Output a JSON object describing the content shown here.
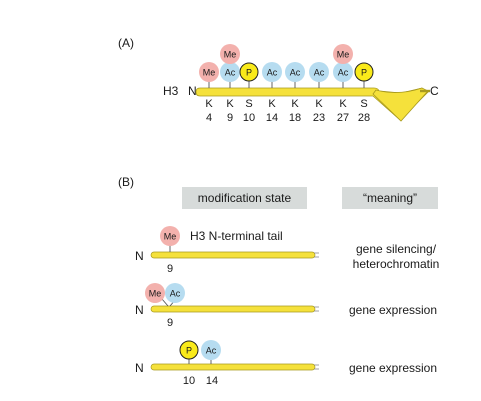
{
  "colors": {
    "me": "#f3b1ad",
    "ac": "#b6dcf0",
    "p": "#f9ea1a",
    "tail": "#f5e13b",
    "tail_edge": "#a89a1e",
    "header_bg": "#d7dbda"
  },
  "panel_a": {
    "label": "(A)",
    "histone": "H3",
    "n_terminus": "N",
    "c_terminus": "C",
    "residues": [
      {
        "aa": "K",
        "pos": "4",
        "marks": [
          "Me"
        ]
      },
      {
        "aa": "K",
        "pos": "9",
        "marks": [
          "Ac",
          "Me"
        ]
      },
      {
        "aa": "S",
        "pos": "10",
        "marks": [
          "P"
        ]
      },
      {
        "aa": "K",
        "pos": "14",
        "marks": [
          "Ac"
        ]
      },
      {
        "aa": "K",
        "pos": "18",
        "marks": [
          "Ac"
        ]
      },
      {
        "aa": "K",
        "pos": "23",
        "marks": [
          "Ac"
        ]
      },
      {
        "aa": "K",
        "pos": "27",
        "marks": [
          "Ac",
          "Me"
        ]
      },
      {
        "aa": "S",
        "pos": "28",
        "marks": [
          "P"
        ]
      }
    ]
  },
  "panel_b": {
    "label": "(B)",
    "col_state": "modification state",
    "col_meaning": "“meaning”",
    "tail_label": "H3 N-terminal tail",
    "rows": [
      {
        "n": "N",
        "meaning_1": "gene silencing/",
        "meaning_2": "heterochromatin",
        "marks": [
          {
            "type": "Me",
            "pos": "9"
          }
        ]
      },
      {
        "n": "N",
        "meaning_1": "gene expression",
        "meaning_2": "",
        "marks": [
          {
            "type": "Me",
            "pos": "9"
          },
          {
            "type": "Ac",
            "pos": "9"
          }
        ]
      },
      {
        "n": "N",
        "meaning_1": "gene expression",
        "meaning_2": "",
        "marks": [
          {
            "type": "P",
            "pos": "10"
          },
          {
            "type": "Ac",
            "pos": "14"
          }
        ]
      }
    ]
  }
}
